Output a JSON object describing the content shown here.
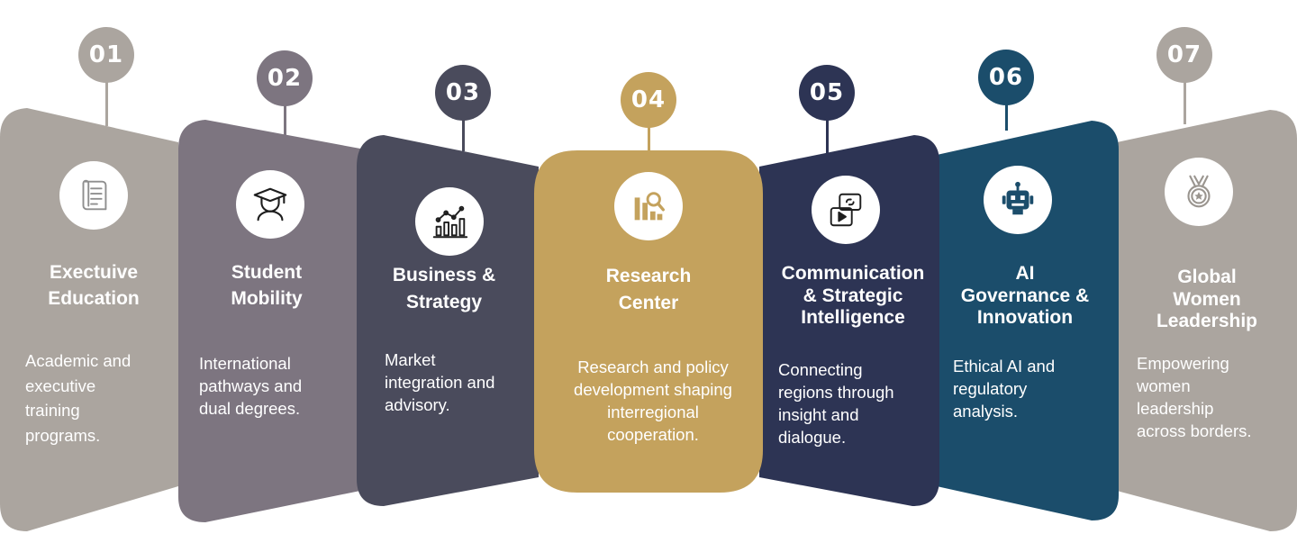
{
  "steps": [
    {
      "number": "01",
      "title_lines": [
        "Exectuive",
        "Education"
      ],
      "description_lines": [
        "Academic and",
        "executive",
        "training",
        "programs."
      ],
      "color": "#ABA59F",
      "icon": "scroll-icon"
    },
    {
      "number": "02",
      "title_lines": [
        "Student",
        "Mobility"
      ],
      "description_lines": [
        "International",
        "pathways and",
        "dual degrees."
      ],
      "color": "#7D7580",
      "icon": "graduate-icon"
    },
    {
      "number": "03",
      "title_lines": [
        "Business &",
        "Strategy"
      ],
      "description_lines": [
        "Market",
        "integration and",
        "advisory."
      ],
      "color": "#4A4B5C",
      "icon": "chart-icon"
    },
    {
      "number": "04",
      "title_lines": [
        "Research",
        "Center"
      ],
      "description_lines": [
        "Research  and policy",
        "development shaping",
        "interregional",
        "cooperation."
      ],
      "color": "#C4A25D",
      "icon": "research-icon"
    },
    {
      "number": "05",
      "title_lines": [
        "Communication",
        "& Strategic",
        "Intelligence"
      ],
      "description_lines": [
        "Connecting",
        "regions through",
        "insight and",
        "dialogue."
      ],
      "color": "#2D3454",
      "icon": "media-icon"
    },
    {
      "number": "06",
      "title_lines": [
        "AI",
        "Governance &",
        "Innovation"
      ],
      "description_lines": [
        "Ethical AI and",
        "regulatory",
        "analysis."
      ],
      "color": "#1B4D6B",
      "icon": "robot-icon"
    },
    {
      "number": "07",
      "title_lines": [
        "Global",
        "Women",
        "Leadership"
      ],
      "description_lines": [
        "Empowering",
        "women",
        "leadership",
        "across borders."
      ],
      "color": "#ABA59F",
      "icon": "medal-icon"
    }
  ]
}
